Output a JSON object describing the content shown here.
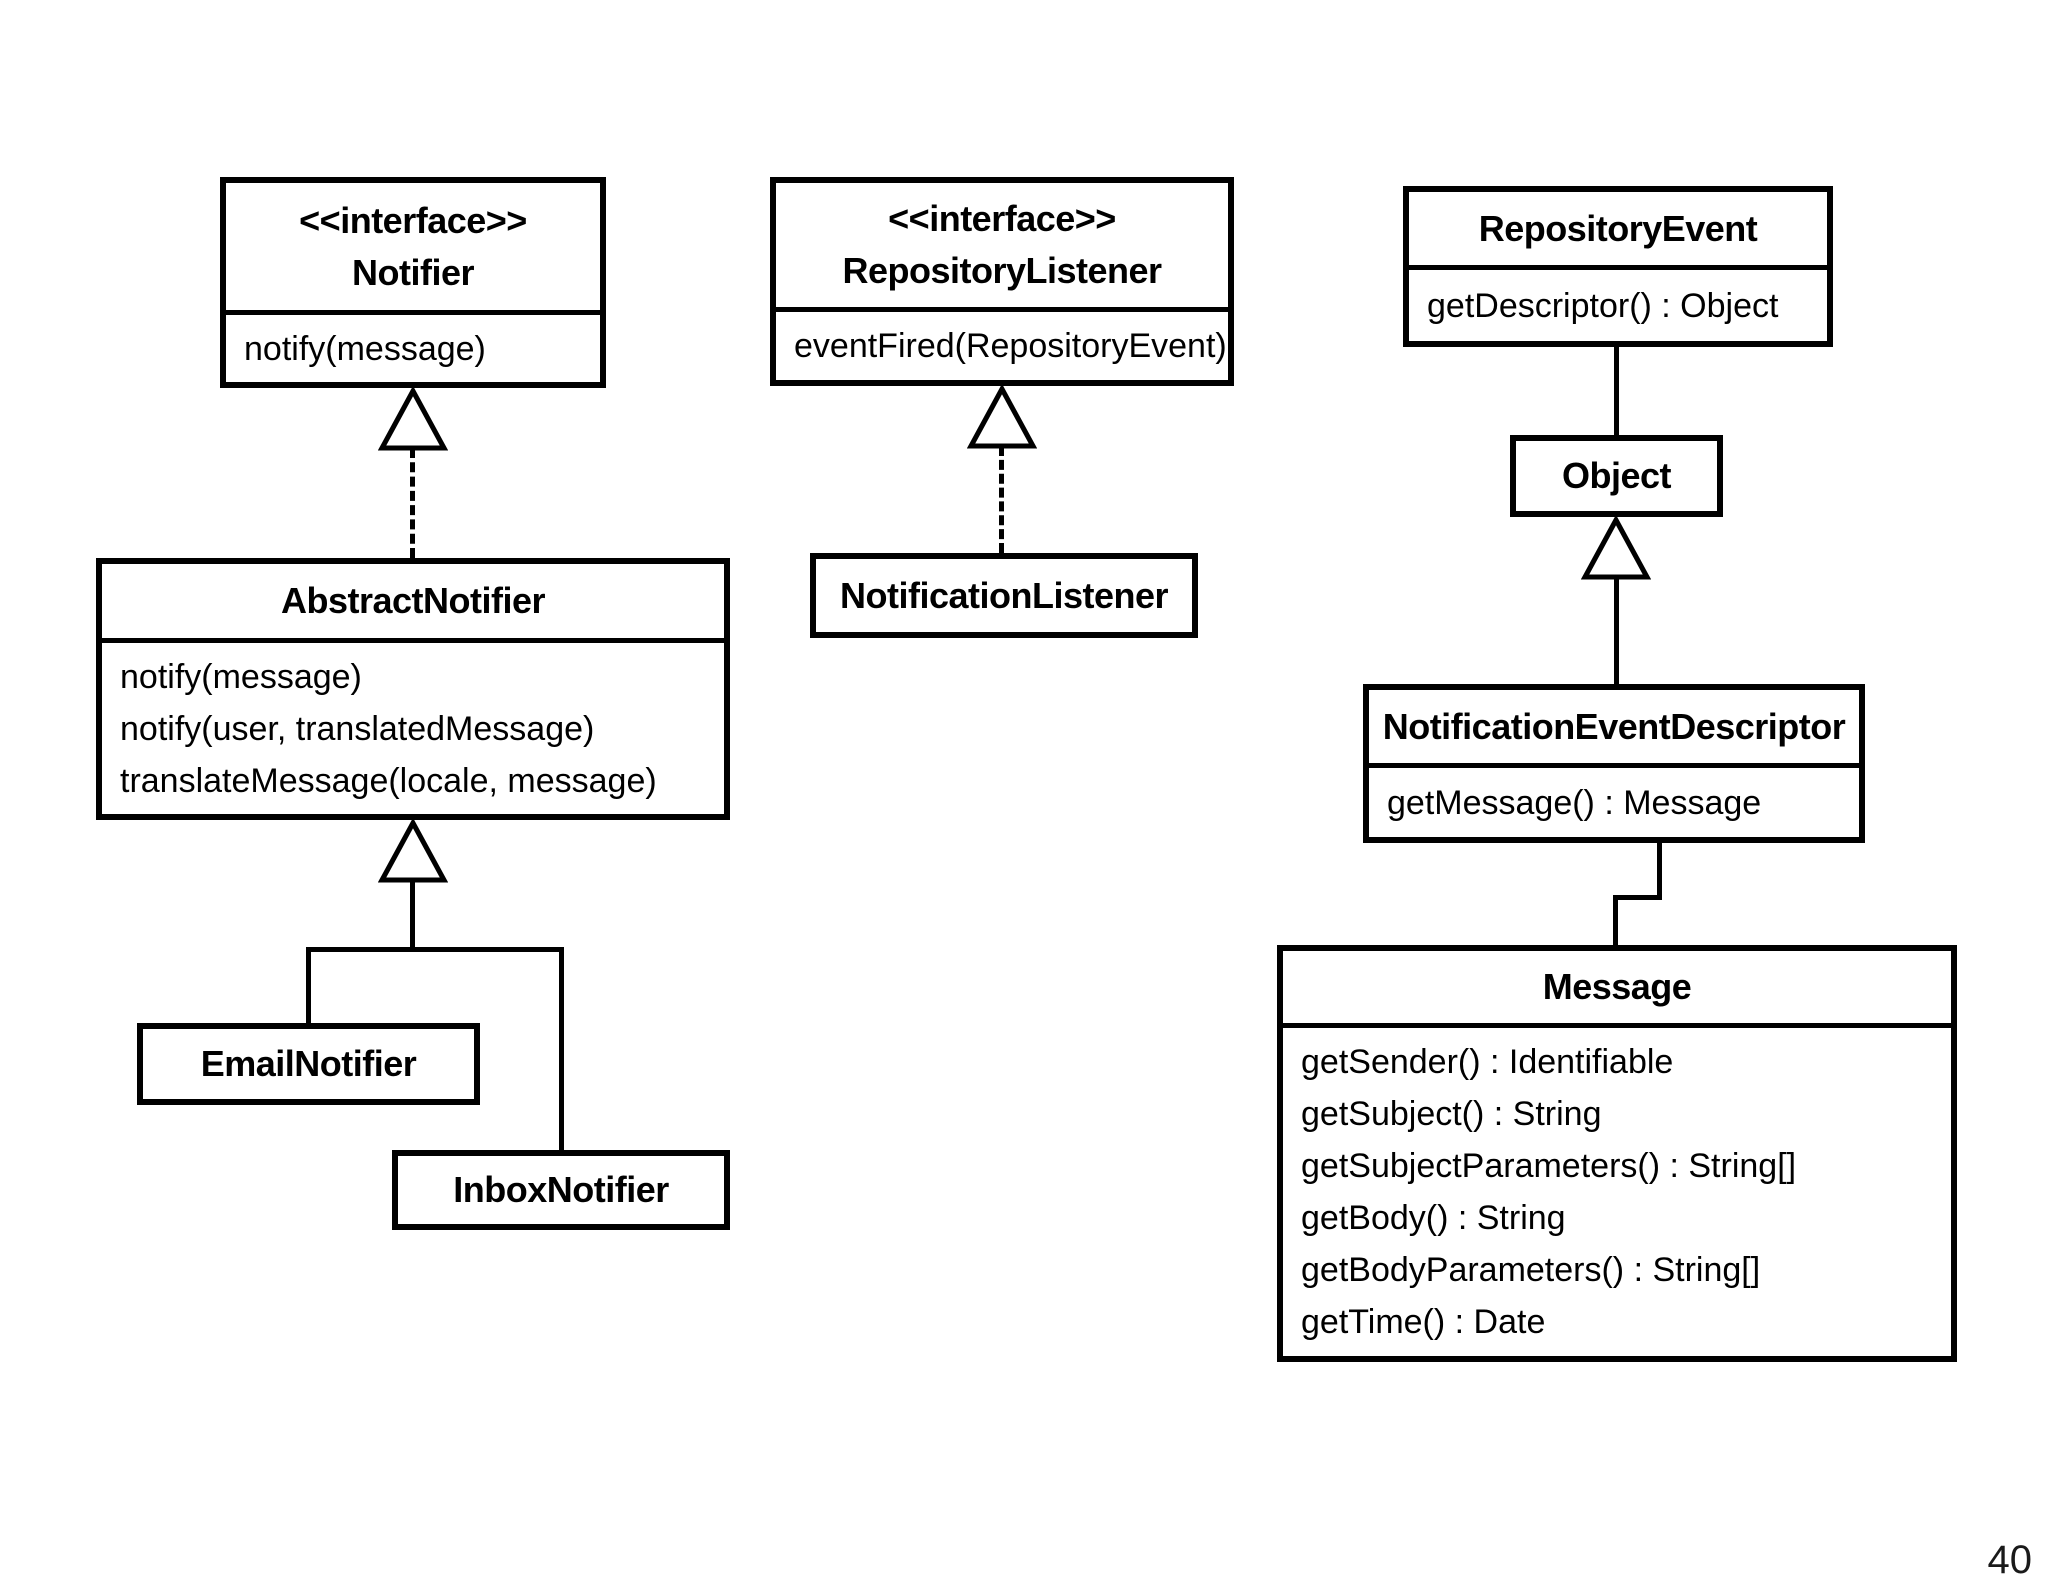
{
  "page_number": "40",
  "colors": {
    "stroke": "#000000",
    "background": "#ffffff",
    "text": "#000000"
  },
  "diagram": {
    "type": "uml-class-diagram",
    "classes": {
      "notifier": {
        "stereotype": "<<interface>>",
        "name": "Notifier",
        "methods": [
          "notify(message)"
        ]
      },
      "abstract_notifier": {
        "name": "AbstractNotifier",
        "methods": [
          "notify(message)",
          "notify(user, translatedMessage)",
          "translateMessage(locale, message)"
        ]
      },
      "email_notifier": {
        "name": "EmailNotifier"
      },
      "inbox_notifier": {
        "name": "InboxNotifier"
      },
      "repository_listener": {
        "stereotype": "<<interface>>",
        "name": "RepositoryListener",
        "methods": [
          "eventFired(RepositoryEvent)"
        ]
      },
      "notification_listener": {
        "name": "NotificationListener"
      },
      "repository_event": {
        "name": "RepositoryEvent",
        "methods": [
          "getDescriptor() : Object"
        ]
      },
      "object": {
        "name": "Object"
      },
      "notification_event_descriptor": {
        "name": "NotificationEventDescriptor",
        "methods": [
          "getMessage() : Message"
        ]
      },
      "message": {
        "name": "Message",
        "methods": [
          "getSender() : Identifiable",
          "getSubject() : String",
          "getSubjectParameters() : String[]",
          "getBody() : String",
          "getBodyParameters() : String[]",
          "getTime() : Date"
        ]
      }
    },
    "relations": [
      {
        "from": "AbstractNotifier",
        "to": "Notifier",
        "type": "realization"
      },
      {
        "from": "EmailNotifier",
        "to": "AbstractNotifier",
        "type": "generalization"
      },
      {
        "from": "InboxNotifier",
        "to": "AbstractNotifier",
        "type": "generalization"
      },
      {
        "from": "NotificationListener",
        "to": "RepositoryListener",
        "type": "realization"
      },
      {
        "from": "RepositoryEvent",
        "to": "Object",
        "type": "association"
      },
      {
        "from": "NotificationEventDescriptor",
        "to": "Object",
        "type": "generalization"
      },
      {
        "from": "NotificationEventDescriptor",
        "to": "Message",
        "type": "association"
      }
    ]
  }
}
